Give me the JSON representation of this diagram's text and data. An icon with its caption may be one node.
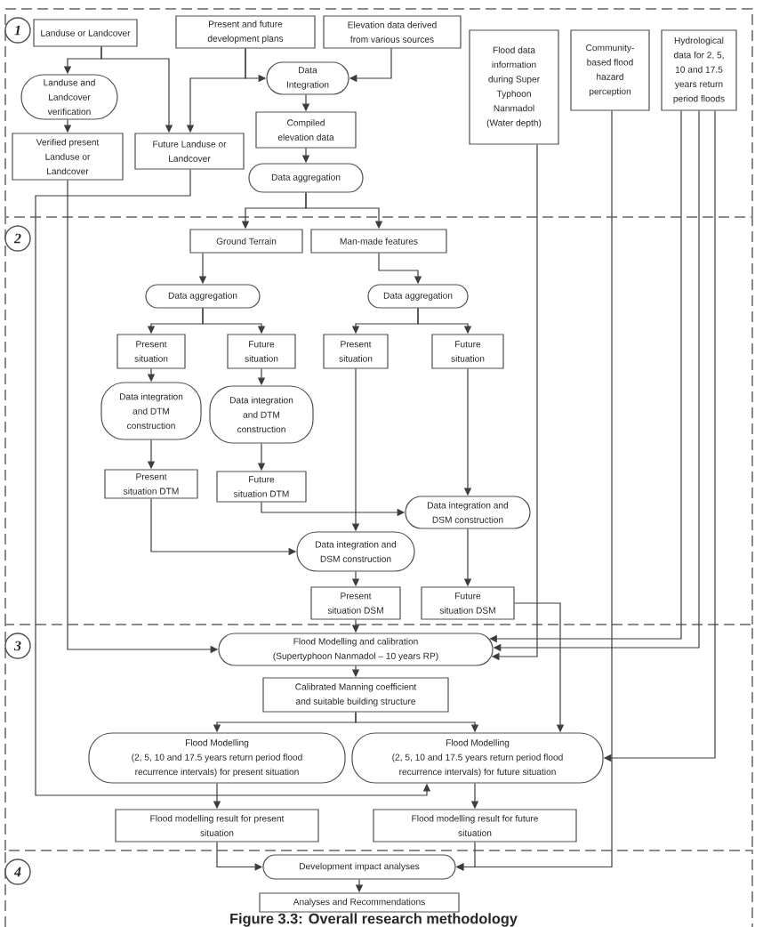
{
  "diagram": {
    "caption": "Figure 3.3: Overall research methodology",
    "nodes": [
      {
        "text": [
          "1"
        ]
      },
      {
        "text": [
          "Landuse or Landcover"
        ],
        "in": 0
      },
      {
        "text": [
          "Present and future development plans"
        ],
        "in": 0
      },
      {
        "text": [
          "Elevation data derived from various sources"
        ],
        "in": 0
      },
      {
        "text": [
          "Flood data information during Super Typhoon Nanmadol (Water depth)"
        ],
        "in": 0
      },
      {
        "text": [
          "Community-based flood hazard perception"
        ],
        "in": 0
      },
      {
        "text": [
          "Hydrological data for 2, 5, 10 and 17.5 years return period floods"
        ],
        "in": 0
      },
      {
        "text": [
          "Landuse and Landcover verification"
        ],
        "in": 0
      },
      {
        "text": [
          "Data Integration"
        ],
        "in": 0
      },
      {
        "text": [
          "Compiled elevation data"
        ],
        "in": 0
      },
      {
        "text": [
          "Verified present Landuse or Landcover"
        ],
        "in": 0
      },
      {
        "text": [
          "Future Landuse or Landcover"
        ],
        "in": 0
      },
      {
        "text": [
          "Data aggregation"
        ],
        "in": 0
      },
      {
        "text": [
          "2"
        ]
      },
      {
        "text": [
          "Ground Terrain"
        ],
        "in": 13
      },
      {
        "text": [
          "Man-made features"
        ],
        "in": 13
      },
      {
        "text": [
          "Data aggregation"
        ],
        "in": 13
      },
      {
        "text": [
          "Data aggregation"
        ],
        "in": 13
      },
      {
        "text": [
          "Present situation"
        ],
        "in": 13
      },
      {
        "text": [
          "Future situation"
        ],
        "in": 13
      },
      {
        "text": [
          "Present situation"
        ],
        "in": 13
      },
      {
        "text": [
          "Future situation"
        ],
        "in": 13
      },
      {
        "text": [
          "Data integration and DTM construction"
        ],
        "in": 13
      },
      {
        "text": [
          "Data integration and DTM construction"
        ],
        "in": 13
      },
      {
        "text": [
          "Present situation DTM"
        ],
        "in": 13
      },
      {
        "text": [
          "Future situation DTM"
        ],
        "in": 13
      },
      {
        "text": [
          "Data integration and DSM construction"
        ],
        "in": 13
      },
      {
        "text": [
          "Data integration and DSM construction"
        ],
        "in": 13
      },
      {
        "text": [
          "Present situation DSM"
        ],
        "in": 13
      },
      {
        "text": [
          "Future situation DSM"
        ],
        "in": 13
      },
      {
        "text": [
          "3"
        ]
      },
      {
        "text": [
          "Flood Modelling and calibration",
          "(Supertyphoon Nanmadol – 10 years RP)"
        ],
        "in": 30
      },
      {
        "text": [
          "Calibrated Manning coefficient and suitable building structure"
        ],
        "in": 30
      },
      {
        "text": [
          "Flood Modelling",
          "(2, 5, 10 and 17.5 years return period flood recurrence intervals) for present situation"
        ],
        "in": 30
      },
      {
        "text": [
          "Flood Modelling",
          "(2, 5, 10 and 17.5 years return period flood recurrence intervals) for future situation"
        ],
        "in": 30
      },
      {
        "text": [
          "Flood modelling result for present situation"
        ],
        "in": 30
      },
      {
        "text": [
          "Flood modelling result for future situation"
        ],
        "in": 30
      },
      {
        "text": [
          "4"
        ]
      },
      {
        "text": [
          "Development impact analyses"
        ],
        "in": 37
      },
      {
        "text": [
          "Analyses and Recommendations"
        ],
        "in": 37
      }
    ],
    "edges": [
      {
        "from": 1,
        "to": 7,
        "arrow": "to"
      },
      {
        "from": 1,
        "to": 11,
        "arrow": "to"
      },
      {
        "from": 7,
        "to": 10,
        "arrow": "to"
      },
      {
        "from": 2,
        "to": 11,
        "arrow": "to"
      },
      {
        "from": 2,
        "to": 8,
        "arrow": "to"
      },
      {
        "from": 3,
        "to": 8,
        "arrow": "to"
      },
      {
        "from": 8,
        "to": 9,
        "arrow": "to"
      },
      {
        "from": 9,
        "to": 12,
        "arrow": "to"
      },
      {
        "from": 12,
        "to": 14,
        "arrow": "to"
      },
      {
        "from": 12,
        "to": 15,
        "arrow": "to"
      },
      {
        "from": 11,
        "to": 34,
        "arrow": "to"
      },
      {
        "from": 10,
        "to": 31,
        "arrow": "to"
      },
      {
        "from": 4,
        "to": 31,
        "arrow": "to"
      },
      {
        "from": 6,
        "to": 31,
        "arrow": "to"
      },
      {
        "from": 6,
        "to": 34,
        "arrow": "to"
      },
      {
        "from": 5,
        "to": 38,
        "arrow": "to"
      },
      {
        "from": 36,
        "to": 38,
        "arrow": "to"
      },
      {
        "from": 35,
        "to": 38,
        "arrow": "to"
      },
      {
        "from": 38,
        "to": 39,
        "arrow": "to"
      },
      {
        "from": 33,
        "to": 35,
        "arrow": "to"
      },
      {
        "from": 34,
        "to": 36,
        "arrow": "to"
      },
      {
        "from": 32,
        "to": 33,
        "arrow": "to"
      },
      {
        "from": 32,
        "to": 34,
        "arrow": "to"
      },
      {
        "from": 31,
        "to": 32,
        "arrow": "to"
      },
      {
        "from": 28,
        "to": 31,
        "arrow": "to"
      },
      {
        "from": 29,
        "to": 34,
        "arrow": "to"
      },
      {
        "from": 14,
        "to": 16,
        "arrow": "to"
      },
      {
        "from": 15,
        "to": 17,
        "arrow": "to"
      },
      {
        "from": 16,
        "to": 18,
        "arrow": "to"
      },
      {
        "from": 16,
        "to": 19,
        "arrow": "to"
      },
      {
        "from": 17,
        "to": 20,
        "arrow": "to"
      },
      {
        "from": 17,
        "to": 21,
        "arrow": "to"
      },
      {
        "from": 18,
        "to": 22,
        "arrow": "to"
      },
      {
        "from": 22,
        "to": 24,
        "arrow": "to"
      },
      {
        "from": 19,
        "to": 23,
        "arrow": "to"
      },
      {
        "from": 23,
        "to": 25,
        "arrow": "to"
      },
      {
        "from": 24,
        "to": 27,
        "arrow": "to"
      },
      {
        "from": 25,
        "to": 26,
        "arrow": "to"
      },
      {
        "from": 20,
        "to": 27,
        "arrow": "to"
      },
      {
        "from": 21,
        "to": 26,
        "arrow": "to"
      },
      {
        "from": 27,
        "to": 28,
        "arrow": "to"
      },
      {
        "from": 26,
        "to": 29,
        "arrow": "to"
      },
      {
        "from": 6,
        "to": 31,
        "arrow": "to"
      }
    ]
  }
}
